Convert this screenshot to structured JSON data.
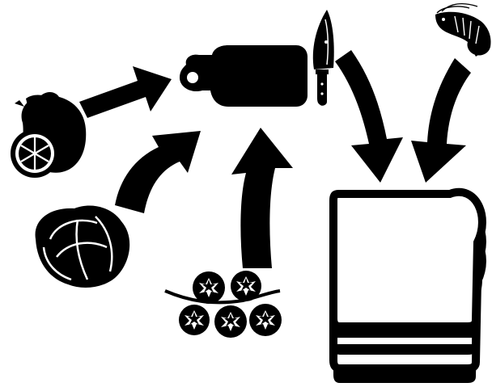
{
  "diagram": {
    "background": "#ffffff",
    "ink": "#000000",
    "icons": [
      {
        "name": "lemon-icon"
      },
      {
        "name": "cabbage-icon"
      },
      {
        "name": "tomatoes-on-vine-icon"
      },
      {
        "name": "cutting-board-icon"
      },
      {
        "name": "chef-knife-icon"
      },
      {
        "name": "shrimp-icon"
      },
      {
        "name": "bread-slices-stack-icon"
      }
    ],
    "flows": [
      {
        "name": "arrow-lemon-to-board",
        "from": "lemon-icon",
        "to": "cutting-board-icon"
      },
      {
        "name": "arrow-cabbage-to-board",
        "from": "cabbage-icon",
        "to": "cutting-board-icon"
      },
      {
        "name": "arrow-tomatoes-to-board",
        "from": "tomatoes-on-vine-icon",
        "to": "cutting-board-icon"
      },
      {
        "name": "arrow-knife-to-bread",
        "from": "chef-knife-icon",
        "to": "bread-slices-stack-icon"
      },
      {
        "name": "arrow-shrimp-to-bread",
        "from": "shrimp-icon",
        "to": "bread-slices-stack-icon"
      }
    ]
  }
}
